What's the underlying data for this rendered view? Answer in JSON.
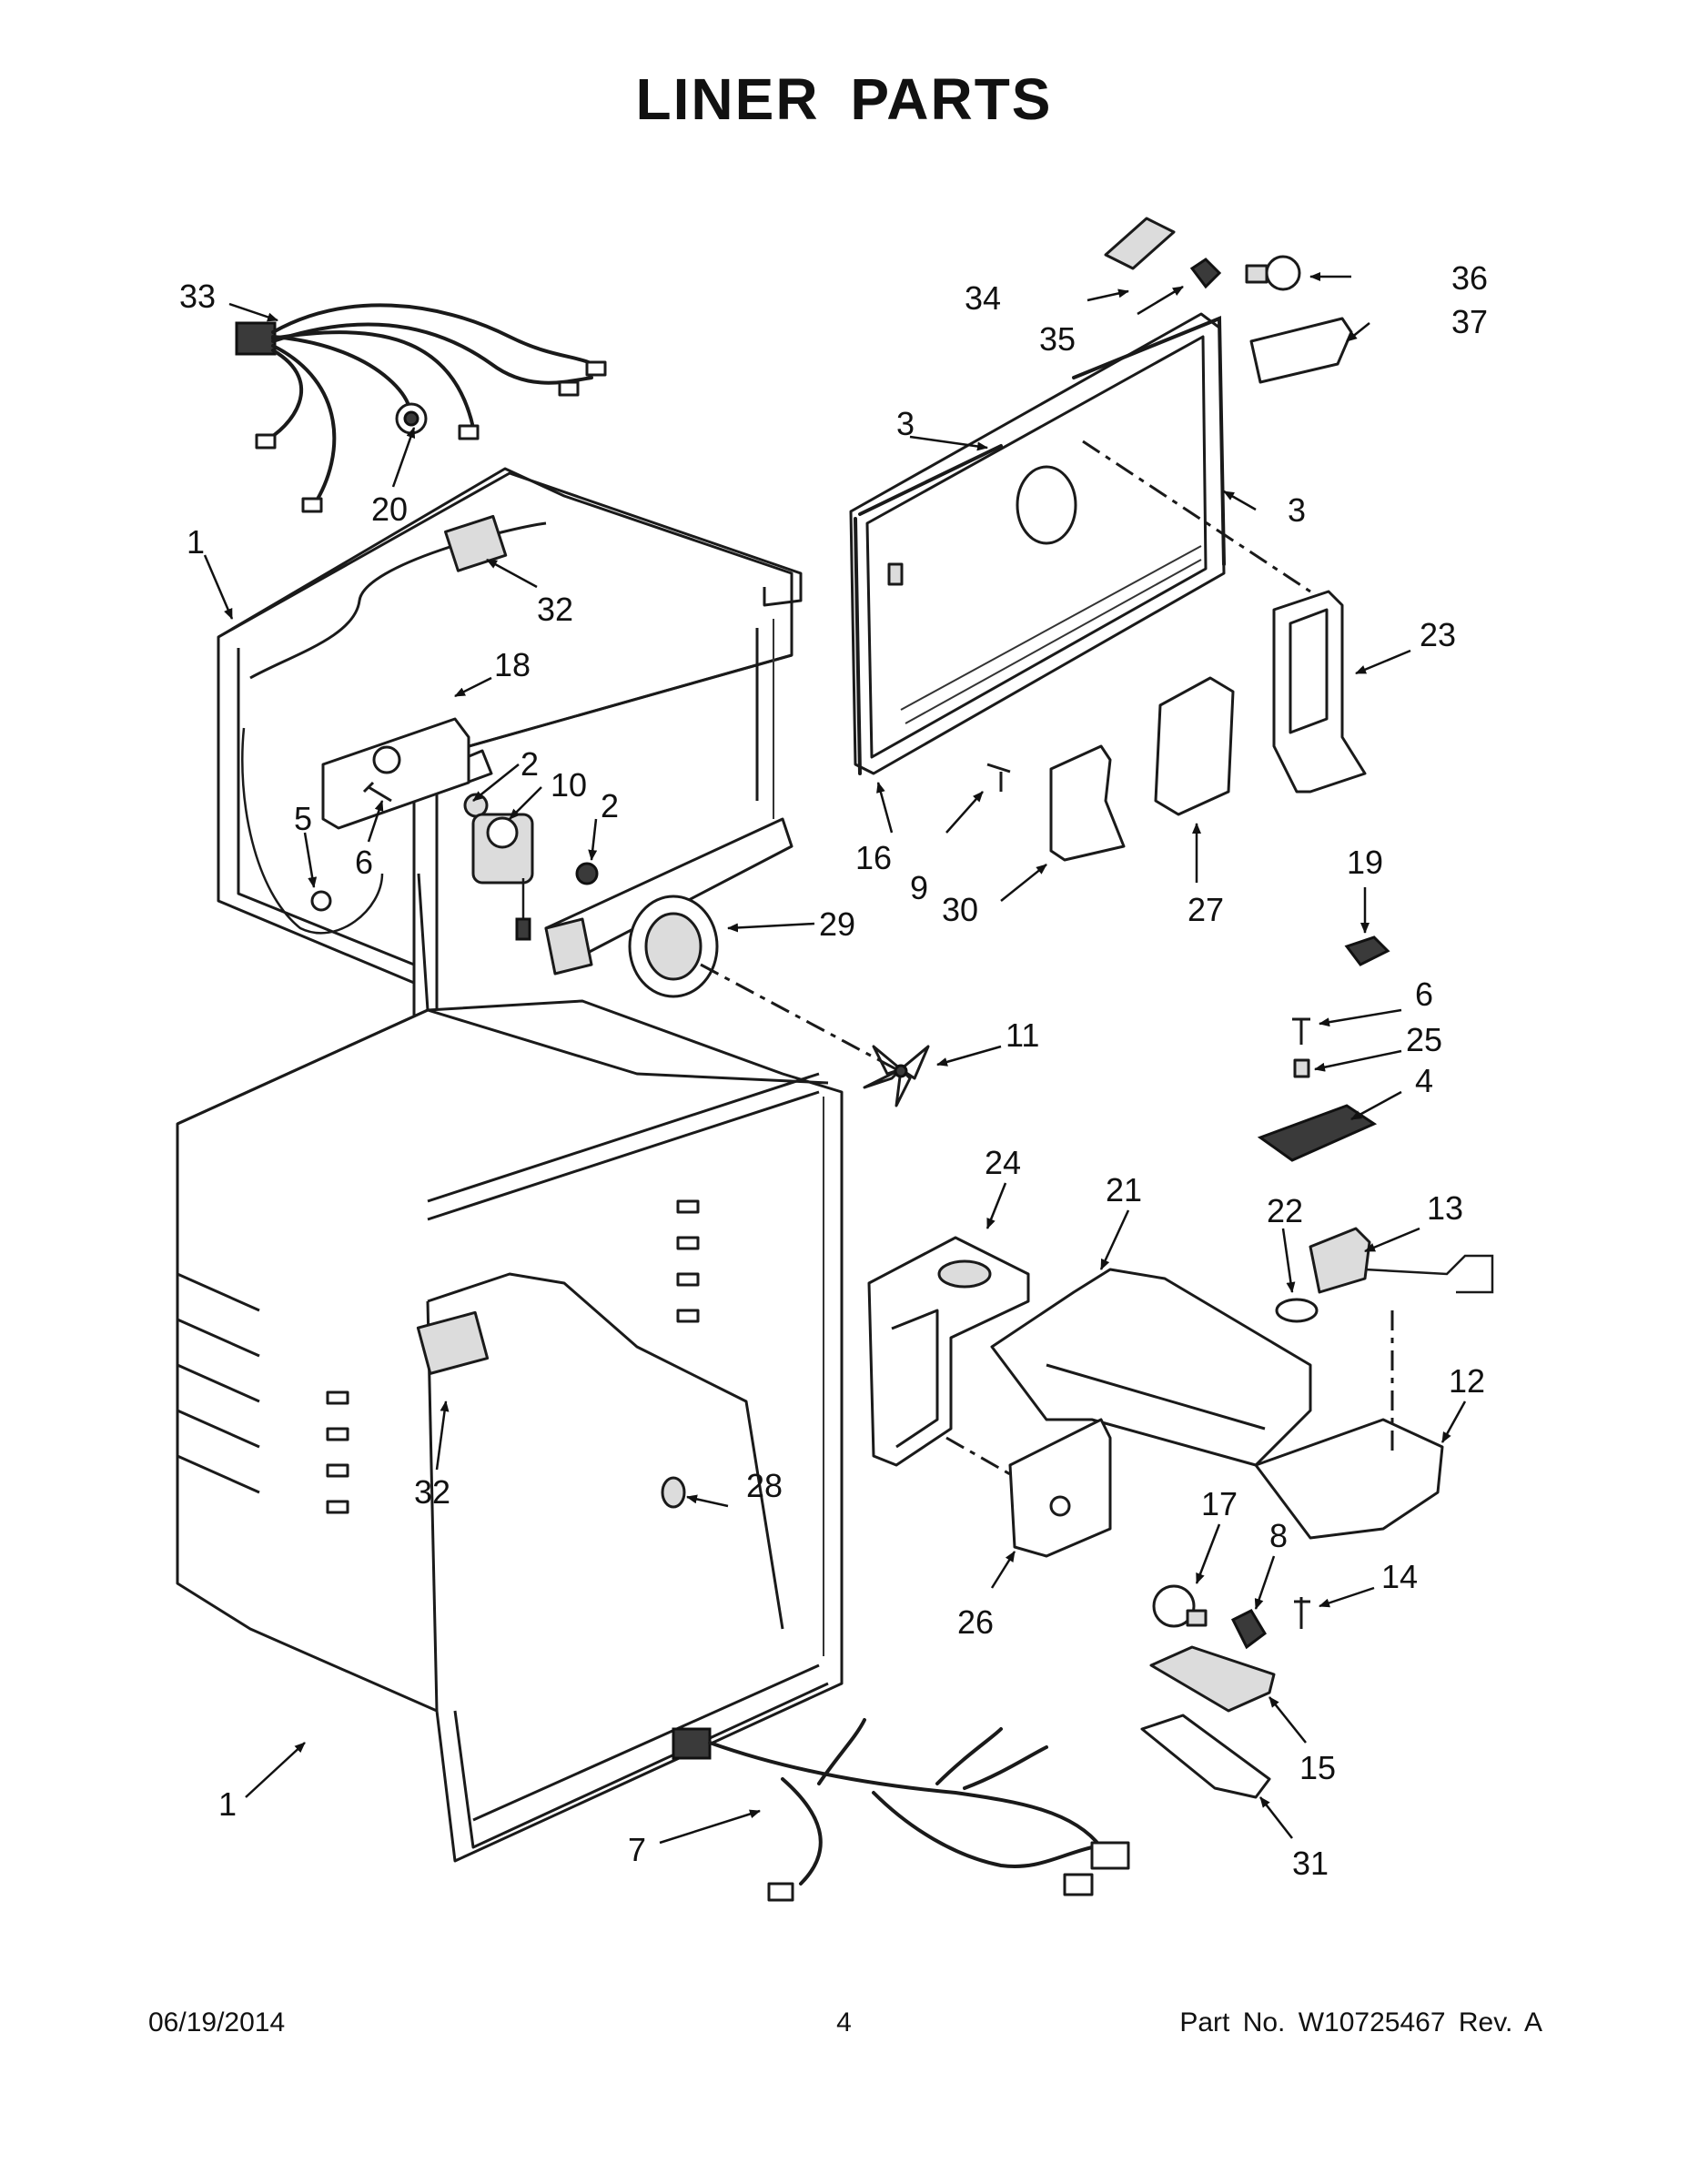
{
  "title": "LINER PARTS",
  "footer": {
    "date": "06/19/2014",
    "page": "4",
    "part_number": "Part No.  W10725467  Rev.  A"
  },
  "callouts": {
    "c1_upper": "1",
    "c1_lower": "1",
    "c2_a": "2",
    "c2_b": "2",
    "c3_a": "3",
    "c3_b": "3",
    "c4": "4",
    "c5": "5",
    "c6_a": "6",
    "c6_b": "6",
    "c7": "7",
    "c8": "8",
    "c9": "9",
    "c10": "10",
    "c11": "11",
    "c12": "12",
    "c13": "13",
    "c14": "14",
    "c15": "15",
    "c16": "16",
    "c17": "17",
    "c18": "18",
    "c19": "19",
    "c20": "20",
    "c21": "21",
    "c22": "22",
    "c23": "23",
    "c24": "24",
    "c25": "25",
    "c26": "26",
    "c27": "27",
    "c28": "28",
    "c29": "29",
    "c30": "30",
    "c31": "31",
    "c32_a": "32",
    "c32_b": "32",
    "c33": "33",
    "c34": "34",
    "c35": "35",
    "c36": "36",
    "c37": "37"
  }
}
